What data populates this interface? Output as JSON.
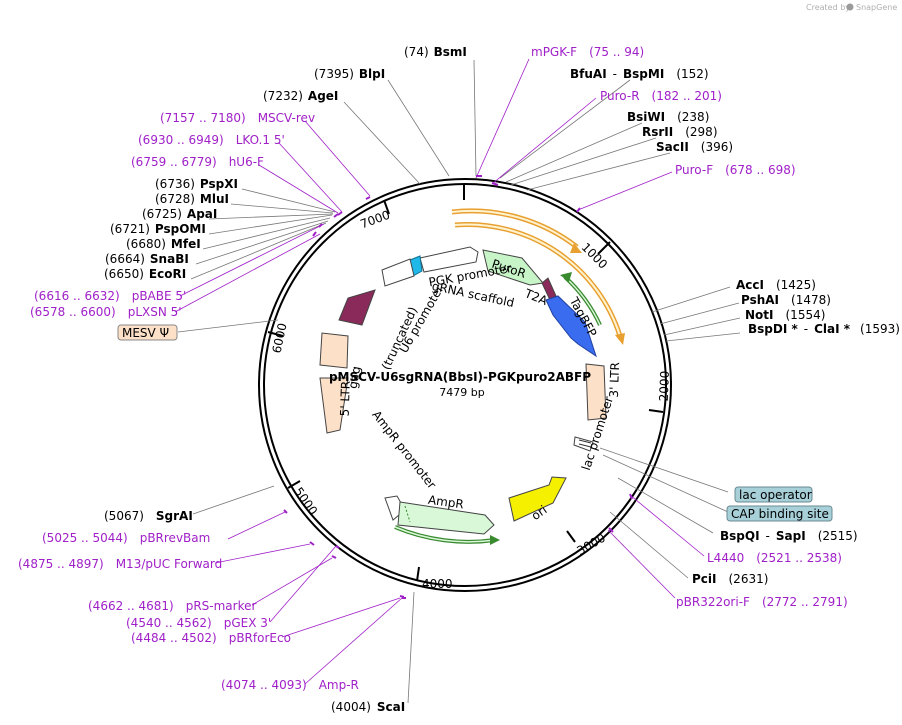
{
  "credit": {
    "text": "Created by",
    "brand": "SnapGene"
  },
  "plasmid": {
    "name": "pMSCV-U6sgRNA(BbsI)-PGKpuro2ABFP",
    "size": "7479 bp"
  },
  "ticks": [
    "1000",
    "2000",
    "3000",
    "4000",
    "5000",
    "6000",
    "7000"
  ],
  "enzymes": [
    {
      "pos": "(74)",
      "name": "BsmI"
    },
    {
      "pos": "(7395)",
      "name": "BlpI"
    },
    {
      "pos": "(7232)",
      "name": "AgeI"
    },
    {
      "name": "BfuAI",
      "sep": "-",
      "name2": "BspMI",
      "pos": "(152)"
    },
    {
      "name": "BsiWI",
      "pos": "(238)"
    },
    {
      "name": "RsrII",
      "pos": "(298)"
    },
    {
      "name": "SacII",
      "pos": "(396)"
    },
    {
      "pos": "(6736)",
      "name": "PspXI"
    },
    {
      "pos": "(6728)",
      "name": "MluI"
    },
    {
      "pos": "(6725)",
      "name": "ApaI"
    },
    {
      "pos": "(6721)",
      "name": "PspOMI"
    },
    {
      "pos": "(6680)",
      "name": "MfeI"
    },
    {
      "pos": "(6664)",
      "name": "SnaBI"
    },
    {
      "pos": "(6650)",
      "name": "EcoRI"
    },
    {
      "name": "AccI",
      "pos": "(1425)"
    },
    {
      "name": "PshAI",
      "pos": "(1478)"
    },
    {
      "name": "NotI",
      "pos": "(1554)"
    },
    {
      "name": "BspDI *",
      "sep": "-",
      "name2": "ClaI *",
      "pos": "(1593)"
    },
    {
      "name": "BspQI",
      "sep": "-",
      "name2": "SapI",
      "pos": "(2515)"
    },
    {
      "name": "PciI",
      "pos": "(2631)"
    },
    {
      "pos": "(5067)",
      "name": "SgrAI"
    },
    {
      "pos": "(4004)",
      "name": "ScaI"
    }
  ],
  "primers": [
    {
      "name": "mPGK-F",
      "range": "(75 .. 94)"
    },
    {
      "name": "Puro-R",
      "range": "(182 .. 201)"
    },
    {
      "name": "Puro-F",
      "range": "(678 .. 698)"
    },
    {
      "range": "(7157 .. 7180)",
      "name": "MSCV-rev"
    },
    {
      "range": "(6930 .. 6949)",
      "name": "LKO.1 5'"
    },
    {
      "range": "(6759 .. 6779)",
      "name": "hU6-F"
    },
    {
      "range": "(6616 .. 6632)",
      "name": "pBABE 5'"
    },
    {
      "range": "(6578 .. 6600)",
      "name": "pLXSN 5'"
    },
    {
      "name": "L4440",
      "range": "(2521 .. 2538)"
    },
    {
      "name": "pBR322ori-F",
      "range": "(2772 .. 2791)"
    },
    {
      "range": "(5025 .. 5044)",
      "name": "pBRrevBam"
    },
    {
      "range": "(4875 .. 4897)",
      "name": "M13/pUC Forward"
    },
    {
      "range": "(4662 .. 4681)",
      "name": "pRS-marker"
    },
    {
      "range": "(4540 .. 4562)",
      "name": "pGEX 3'"
    },
    {
      "range": "(4484 .. 4502)",
      "name": "pBRforEco"
    },
    {
      "range": "(4074 .. 4093)",
      "name": "Amp-R"
    }
  ],
  "boxes": {
    "mesv": "MESV Ψ",
    "lac_operator": "lac operator",
    "cap": "CAP binding site"
  },
  "features": {
    "puror": "PuroR",
    "tagbfp": "TagBFP",
    "t2a": "T2A",
    "pgk": "PGK promoter",
    "grna": "gRNA scaffold",
    "u6": "U6 promoter",
    "truncated": "(truncated)",
    "gag": "gag",
    "ltr5": "5' LTR",
    "ltr3": "3' LTR",
    "lac": "lac promoter",
    "ampr_promoter": "AmpR promoter",
    "ampr": "AmpR",
    "ori": "ori"
  },
  "colors": {
    "enzyme": "#000000",
    "primer": "#a020c8",
    "puror": "#c8f5c8",
    "tagbfp": "#3a6cf0",
    "gag": "#8a2a5a",
    "ori": "#f5f000",
    "ltr": "#fde0c8",
    "ampr": "#d8f8d8",
    "orf": "#f5b040",
    "lacop": "#a8d0d8"
  }
}
